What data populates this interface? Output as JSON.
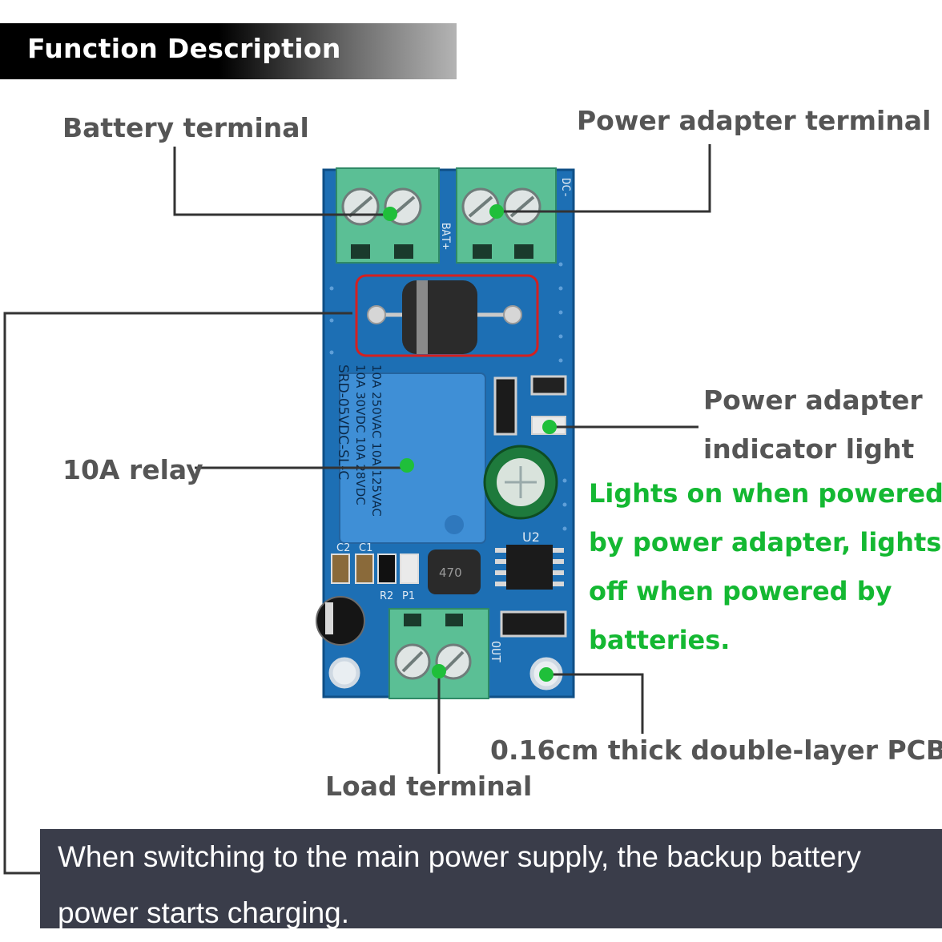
{
  "header": {
    "title": "Function Description"
  },
  "labels": {
    "battery_terminal": "Battery terminal",
    "power_adapter_terminal": "Power adapter terminal",
    "indicator_line1": "Power adapter",
    "indicator_line2": "indicator light",
    "relay": "10A relay",
    "pcb": "0.16cm thick double-layer PCB",
    "load_terminal": "Load terminal"
  },
  "indicator_note": {
    "line1": "Lights on when powered",
    "line2": "by power adapter, lights",
    "line3": "off when powered by",
    "line4": "batteries."
  },
  "footer": {
    "line1": "When switching to the main power supply, the backup battery",
    "line2": "power starts charging."
  },
  "board_markings": {
    "relay_l1": "10A 250VAC 10A 125VAC",
    "relay_l2": "10A 30VDC 10A 28VDC",
    "relay_l3": "SRD-05VDC-SL-C",
    "u2": "U2",
    "c2": "C2",
    "c1": "C1",
    "r2": "R2",
    "p1": "P1",
    "bat_plus": "BAT+",
    "dc_minus": "DC-",
    "out": "OUT",
    "inductor": "470"
  },
  "colors": {
    "pcb": "#1d6fb4",
    "terminal": "#5bbf95",
    "relay": "#3f8fd6",
    "dot": "#1fbf3a",
    "highlight": "#d42020",
    "label_gray": "#555555",
    "note_green": "#14b832",
    "footer_bg": "#3a3d4a"
  }
}
